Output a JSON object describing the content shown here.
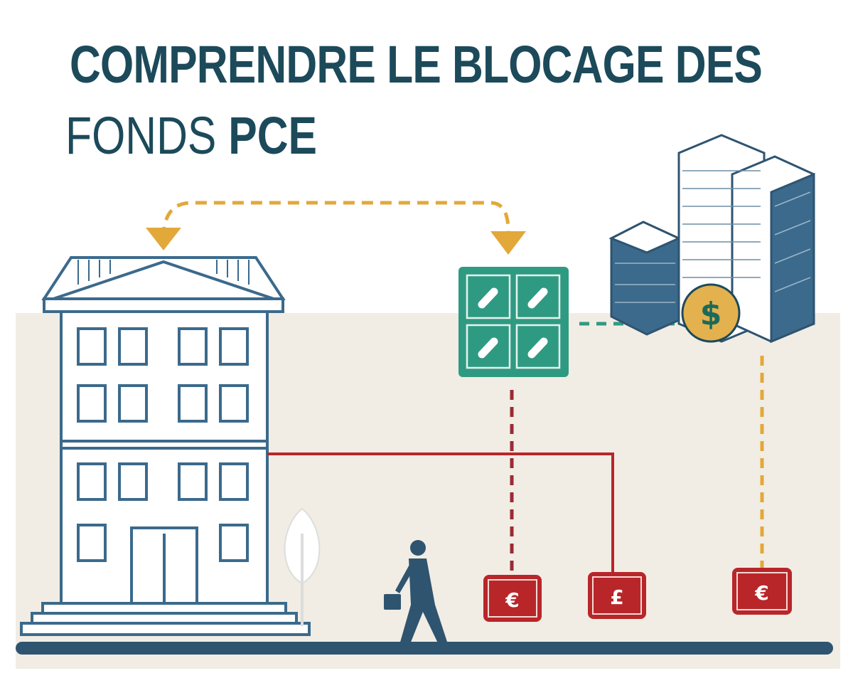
{
  "title": {
    "line1": "COMPRENDRE LE BLOCAGE DES",
    "line2_regular": "FONDS ",
    "line2_bold": "PCE"
  },
  "symbols": {
    "coin": "$",
    "money_box_1": "€",
    "money_box_2": "£",
    "money_box_3": "€"
  },
  "colors": {
    "title": "#1c4a5a",
    "building": "#3b6a8c",
    "green_box": "#2f9a82",
    "orange": "#e3a83a",
    "red": "#b8262a",
    "ground": "#2f5470",
    "background": "#f1ede4"
  }
}
